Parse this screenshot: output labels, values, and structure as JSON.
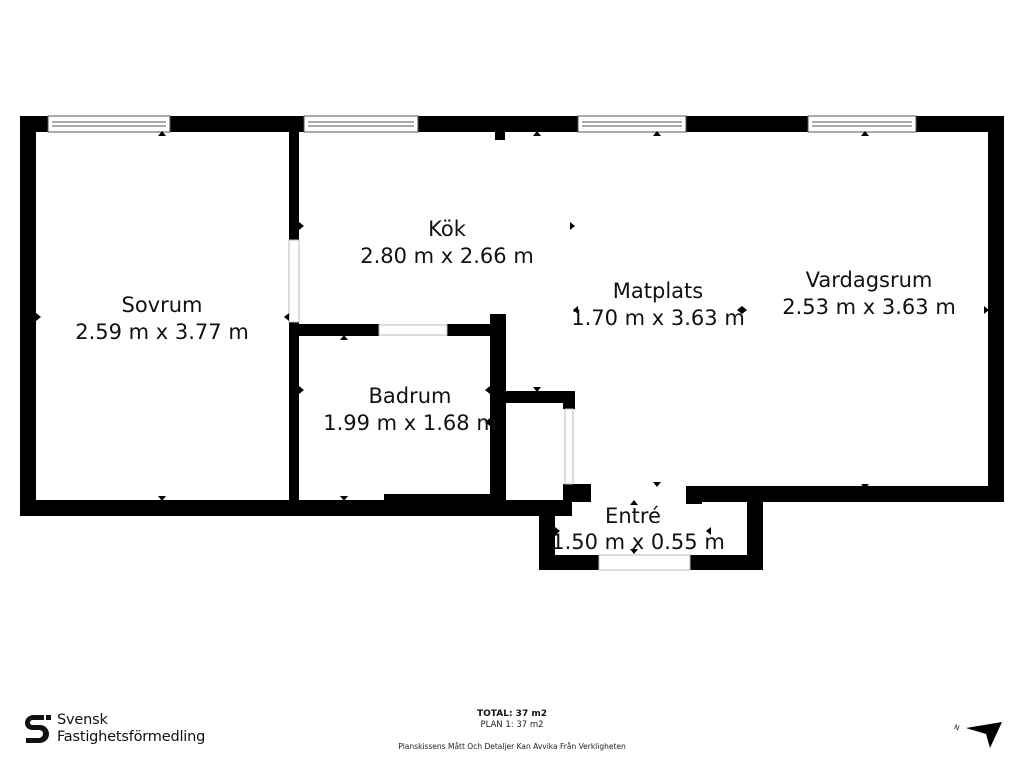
{
  "rooms": [
    {
      "name": "Sovrum",
      "dims": "2.59 m x 3.77 m"
    },
    {
      "name": "Kök",
      "dims": "2.80 m x 2.66 m"
    },
    {
      "name": "Matplats",
      "dims": "1.70 m x 3.63 m"
    },
    {
      "name": "Vardagsrum",
      "dims": "2.53 m x 3.63 m"
    },
    {
      "name": "Badrum",
      "dims": "1.99 m x 1.68 m"
    },
    {
      "name": "Entré",
      "dims": "1.50 m x 0.55 m"
    }
  ],
  "footer": {
    "total": "TOTAL: 37 m2",
    "plan": "PLAN 1: 37 m2",
    "disclaimer": "Planskissens Mått Och Detaljer Kan Avvika Från Verkligheten"
  },
  "brand": {
    "line1": "Svensk",
    "line2": "Fastighetsförmedling"
  },
  "compass": {
    "label": "N"
  },
  "colors": {
    "wall": "#000000",
    "background": "#ffffff",
    "window_frame": "#555555"
  }
}
